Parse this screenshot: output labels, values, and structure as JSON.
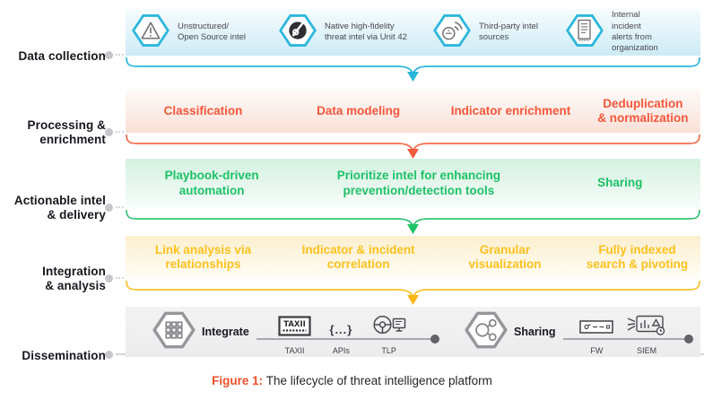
{
  "figure": {
    "caption_prefix": "Figure 1:",
    "caption_text": " The lifecycle of threat intelligence platform"
  },
  "stage_labels": {
    "collection": "Data collection",
    "processing": "Processing &\nenrichment",
    "actionable": "Actionable intel\n& delivery",
    "integration": "Integration\n& analysis",
    "dissemination": "Dissemination"
  },
  "collection": {
    "items": [
      {
        "icon": "warning-triangle-icon",
        "label": "Unstructured/\nOpen Source intel"
      },
      {
        "icon": "gauge-icon",
        "label": "Native high-fidelity\nthreat intel via Unit 42"
      },
      {
        "icon": "radar-signal-icon",
        "label": "Third-party intel\nsources"
      },
      {
        "icon": "document-icon",
        "label": "Internal\nincident\nalerts from\norganization"
      }
    ]
  },
  "processing": {
    "items": [
      "Classification",
      "Data modeling",
      "Indicator enrichment",
      "Deduplication\n& normalization"
    ]
  },
  "actionable": {
    "items": [
      "Playbook-driven\nautomation",
      "Prioritize intel for enhancing\nprevention/detection tools",
      "Sharing"
    ]
  },
  "integration": {
    "items": [
      "Link analysis via\nrelationships",
      "Indicator & incident\ncorrelation",
      "Granular\nvisualization",
      "Fully indexed\nsearch & pivoting"
    ]
  },
  "dissemination": {
    "integrate": {
      "label": "Integrate",
      "channels": [
        "TAXII",
        "APIs",
        "TLP"
      ]
    },
    "sharing": {
      "label": "Sharing",
      "channels": [
        "FW",
        "SIEM"
      ]
    }
  },
  "colors": {
    "collection_accent": "#2bb7db",
    "processing_accent": "#f4573a",
    "actionable_accent": "#1ec167",
    "integration_accent": "#fcc11c",
    "dissemination_accent": "#96969b",
    "caption_accent": "#f04e29",
    "label_text": "#17171f"
  }
}
